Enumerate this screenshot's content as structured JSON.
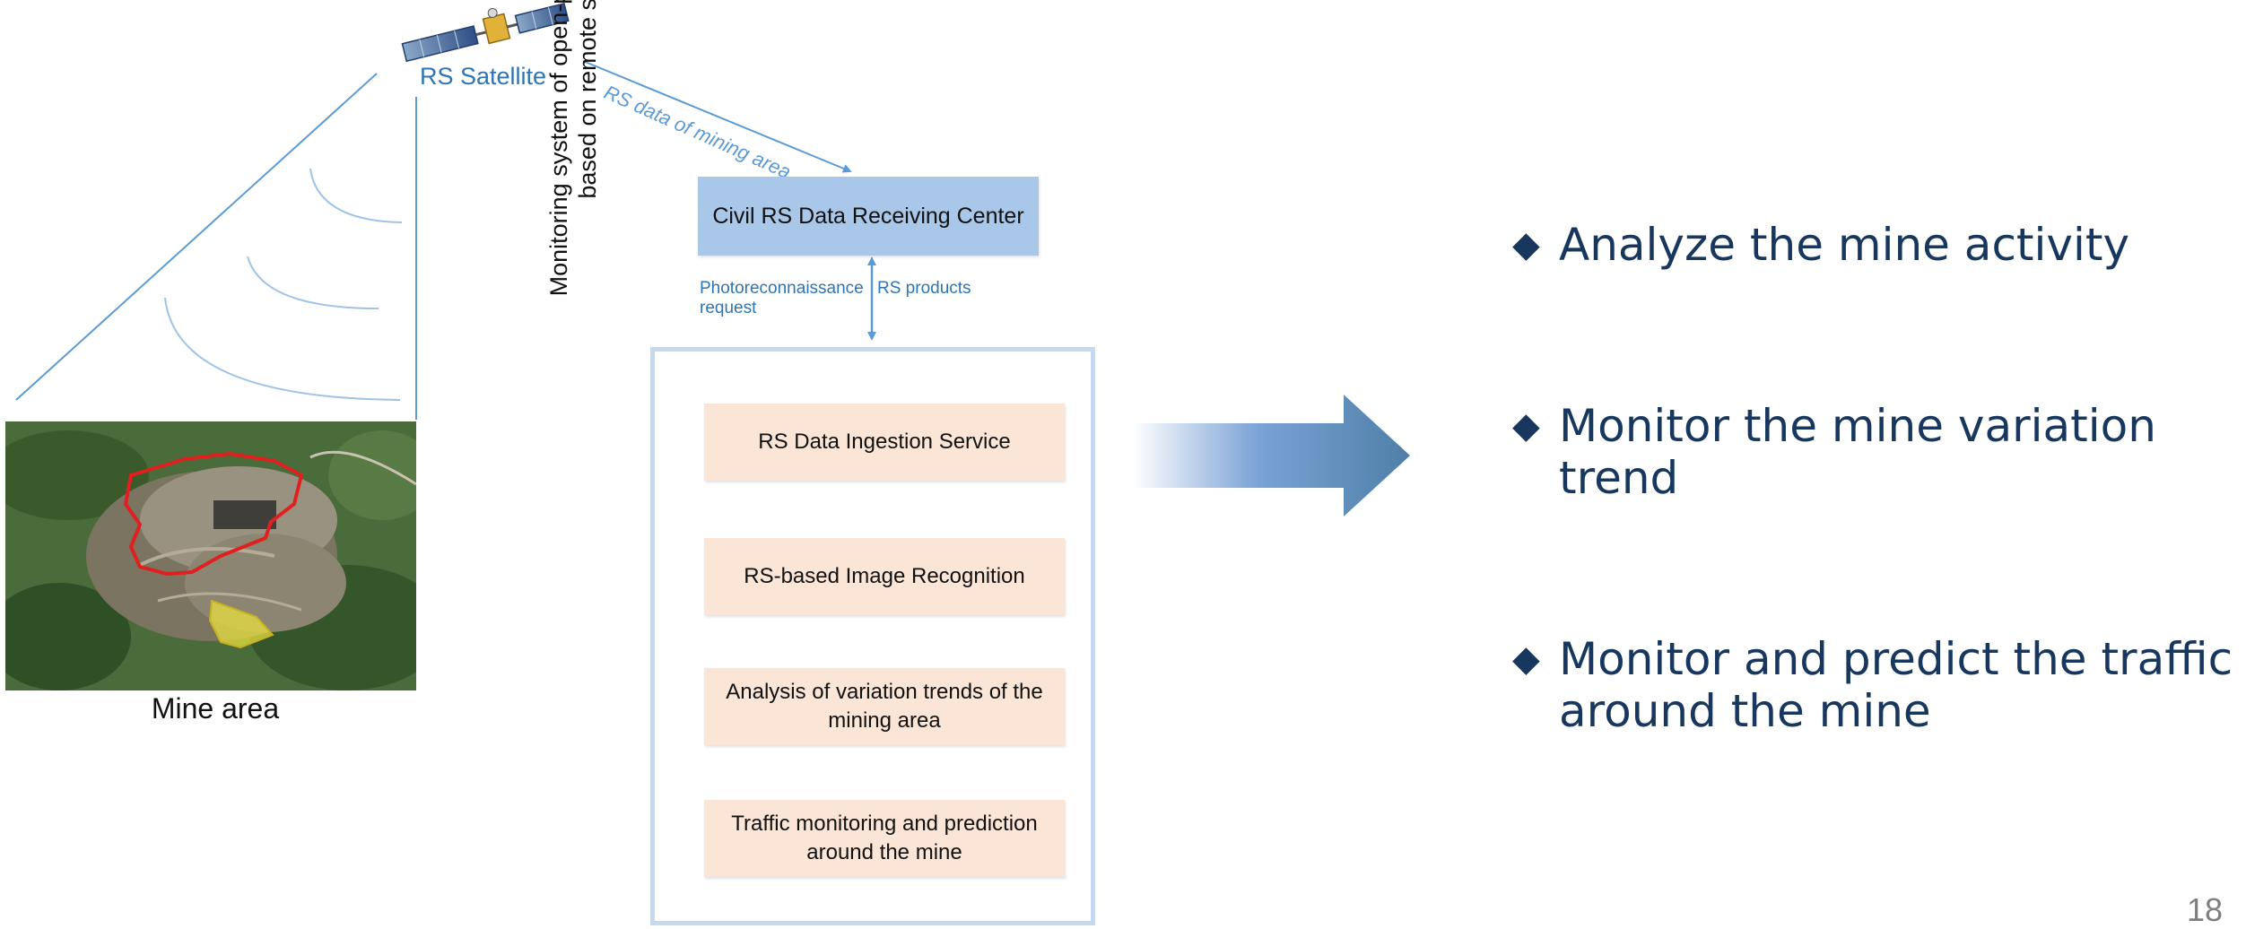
{
  "satellite": {
    "icon": "satellite-icon",
    "label": "RS Satellite"
  },
  "downlink": {
    "label": "RS data of mining area"
  },
  "receiving_center": {
    "label": "Civil RS Data Receiving Center"
  },
  "links": {
    "request_label": "Photoreconnaissance request",
    "products_label": "RS products"
  },
  "system": {
    "title_line1": "Monitoring system of open-pit mining status",
    "title_line2": "based on remote sensing",
    "modules": [
      "RS Data Ingestion Service",
      "RS-based Image Recognition",
      "Analysis of variation trends of the mining area",
      "Traffic monitoring and prediction around the mine"
    ]
  },
  "mine": {
    "label": "Mine area",
    "image": "satellite-image-of-mine"
  },
  "outcomes": {
    "bullet_icon": "diamond-bullet-icon",
    "items": [
      "Analyze the mine activity",
      "Monitor the mine variation trend",
      "Monitor and predict the traffic around the mine"
    ]
  },
  "page_number": "18",
  "colors": {
    "accent_blue": "#5b9bd5",
    "receiving_center_fill": "#a9c7e8",
    "module_fill": "#fbe5d6",
    "frame_border": "#c5daf0",
    "outcome_text": "#17375e",
    "arrow_dark": "#4f7fa8",
    "mine_outline": "#e02020",
    "tailings_fill": "#e8e040"
  }
}
